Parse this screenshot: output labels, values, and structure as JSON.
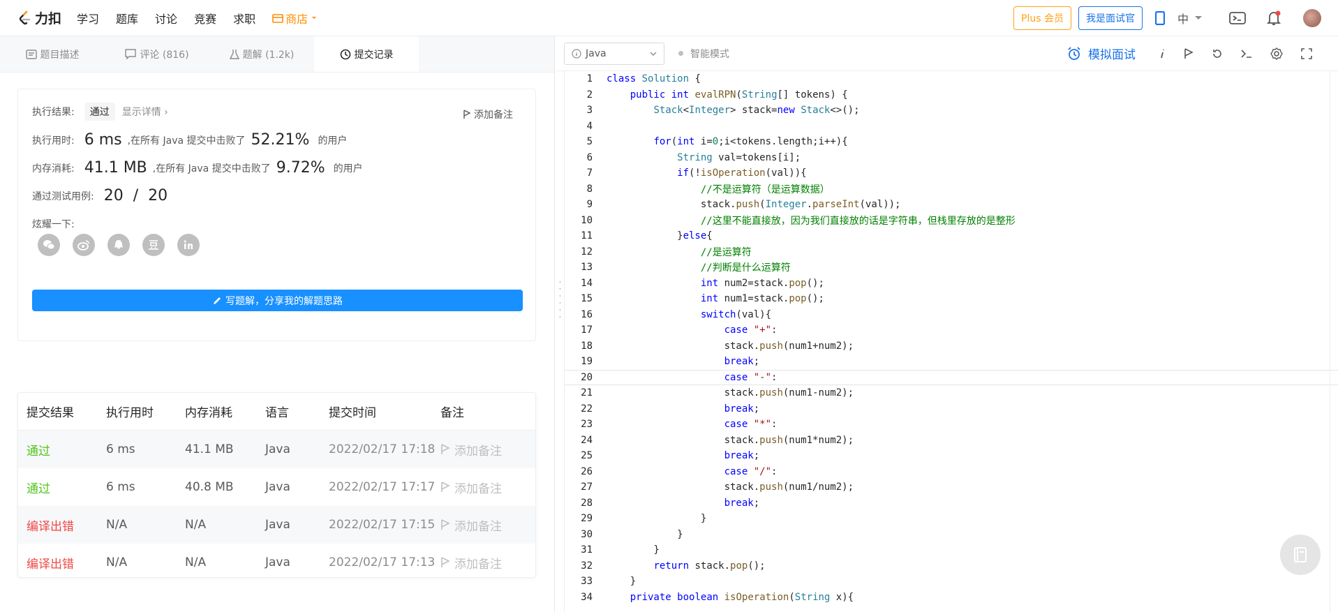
{
  "nav": {
    "logo_text": "力扣",
    "items": [
      "学习",
      "题库",
      "讨论",
      "竞赛",
      "求职"
    ],
    "shop": "商店",
    "plus": "Plus 会员",
    "interviewer": "我是面试官",
    "lang": "中"
  },
  "tabs": [
    {
      "label": "题目描述"
    },
    {
      "label": "评论 (816)"
    },
    {
      "label": "题解 (1.2k)"
    },
    {
      "label": "提交记录"
    }
  ],
  "result": {
    "label_result": "执行结果:",
    "status": "通过",
    "show_detail": "显示详情",
    "add_note": "添加备注",
    "label_time": "执行用时:",
    "time_value": "6 ms",
    "time_text": ",在所有 Java 提交中击败了",
    "time_pct": "52.21%",
    "users": "的用户",
    "label_mem": "内存消耗:",
    "mem_value": "41.1 MB",
    "mem_text": ",在所有 Java 提交中击败了",
    "mem_pct": "9.72%",
    "label_cases": "通过测试用例:",
    "cases": "20  /  20",
    "label_share": "炫耀一下:",
    "write_btn": "写题解，分享我的解题思路"
  },
  "table": {
    "headers": [
      "提交结果",
      "执行用时",
      "内存消耗",
      "语言",
      "提交时间",
      "备注"
    ],
    "rows": [
      {
        "status": "通过",
        "time": "6 ms",
        "mem": "41.1 MB",
        "lang": "Java",
        "date": "2022/02/17 17:18",
        "note": "添加备注"
      },
      {
        "status": "通过",
        "time": "6 ms",
        "mem": "40.8 MB",
        "lang": "Java",
        "date": "2022/02/17 17:17",
        "note": "添加备注"
      },
      {
        "status": "编译出错",
        "time": "N/A",
        "mem": "N/A",
        "lang": "Java",
        "date": "2022/02/17 17:15",
        "note": "添加备注"
      },
      {
        "status": "编译出错",
        "time": "N/A",
        "mem": "N/A",
        "lang": "Java",
        "date": "2022/02/17 17:13",
        "note": "添加备注"
      }
    ]
  },
  "editor": {
    "language": "Java",
    "smart_mode": "智能模式",
    "mock_interview": "模拟面试",
    "line_numbers": [
      "1",
      "2",
      "3",
      "4",
      "5",
      "6",
      "7",
      "8",
      "9",
      "10",
      "11",
      "12",
      "13",
      "14",
      "15",
      "16",
      "17",
      "18",
      "19",
      "20",
      "21",
      "22",
      "23",
      "24",
      "25",
      "26",
      "27",
      "28",
      "29",
      "30",
      "31",
      "32",
      "33",
      "34"
    ]
  },
  "colors": {
    "pass": "#52c41a",
    "error": "#ef4743",
    "primary": "#1890ff",
    "brand": "#ffa116"
  }
}
